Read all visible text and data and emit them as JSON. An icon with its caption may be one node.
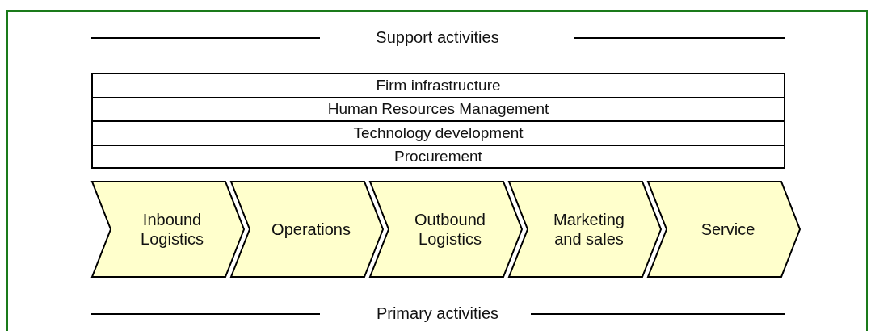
{
  "diagram": {
    "nodes": [
      {
        "text": [
          "Firm infrastructure"
        ]
      },
      {
        "text": [
          "Human Resources Management"
        ]
      },
      {
        "text": [
          "Technology development"
        ]
      },
      {
        "text": [
          "Procurement"
        ]
      },
      {
        "text": [
          "Inbound Logistics"
        ]
      },
      {
        "text": [
          "Operations"
        ]
      },
      {
        "text": [
          "Outbound Logistics"
        ]
      },
      {
        "text": [
          "Marketing and sales"
        ]
      },
      {
        "text": [
          "Service"
        ]
      }
    ],
    "labels": [
      "Support activities",
      "Primary activities"
    ]
  }
}
